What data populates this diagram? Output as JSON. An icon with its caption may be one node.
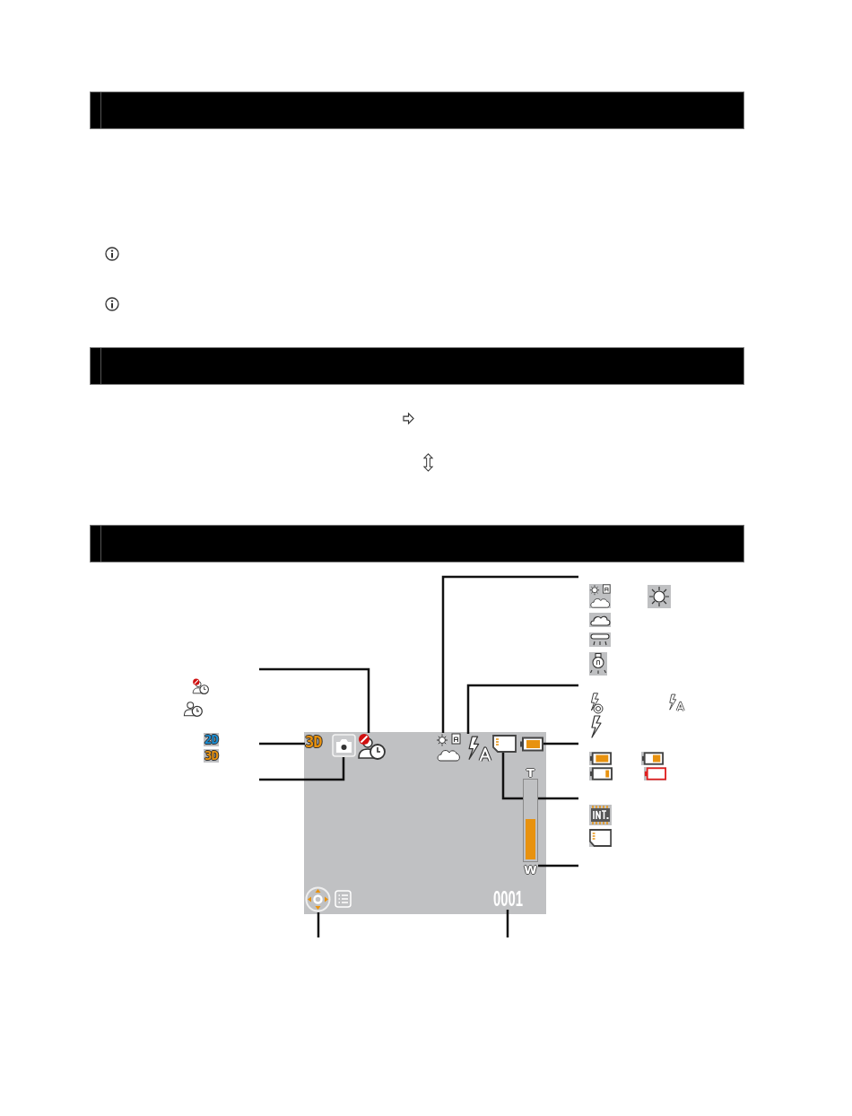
{
  "diagram": {
    "nodes": [
      {
        "text": [],
        "shape": "box"
      },
      {
        "text": [
          "3D"
        ],
        "in": 0
      },
      {
        "text": [],
        "shape": "picture",
        "in": 0
      },
      {
        "text": [],
        "shape": "picture",
        "in": 0
      },
      {
        "text": [],
        "shape": "picture",
        "in": 0
      },
      {
        "text": [],
        "shape": "picture",
        "in": 0
      },
      {
        "text": [],
        "shape": "picture",
        "in": 0
      },
      {
        "text": [],
        "shape": "picture",
        "in": 0
      },
      {
        "text": [
          "T",
          "W"
        ],
        "in": 0
      },
      {
        "text": [],
        "shape": "picture",
        "in": 0
      },
      {
        "text": [
          "0001"
        ],
        "in": 0
      }
    ],
    "edges": [
      {
        "from": null,
        "to": 3,
        "arrow": "none"
      },
      {
        "from": null,
        "to": 1,
        "arrow": "none"
      },
      {
        "from": null,
        "to": 2,
        "arrow": "none"
      },
      {
        "from": null,
        "to": 4,
        "arrow": "none"
      },
      {
        "from": null,
        "to": 5,
        "arrow": "none"
      },
      {
        "from": null,
        "to": 7,
        "arrow": "none"
      },
      {
        "from": null,
        "to": 6,
        "arrow": "none"
      },
      {
        "from": null,
        "to": 8,
        "arrow": "none"
      },
      {
        "from": null,
        "to": 9,
        "arrow": "none"
      },
      {
        "from": null,
        "to": 10,
        "arrow": "none"
      }
    ],
    "labels": [
      "2D",
      "3D"
    ]
  }
}
